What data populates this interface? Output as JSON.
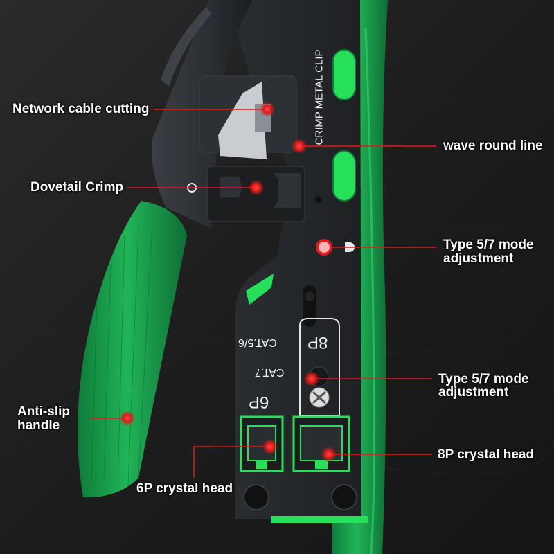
{
  "tool": {
    "vertical_label": "CRIMP METAL CLIP",
    "label_8p": "8P",
    "label_cat56": "CAT.5/6",
    "label_cat7": "CAT.7",
    "label_6p": "6P"
  },
  "callouts": {
    "cutting": "Network cable cutting",
    "wave": "wave round line",
    "dovetail": "Dovetail Crimp",
    "type57_top_line1": "Type 5/7 mode",
    "type57_top_line2": "adjustment",
    "type57_mid_line1": "Type 5/7 mode",
    "type57_mid_line2": "adjustment",
    "antislip_line1": "Anti-slip",
    "antislip_line2": "handle",
    "crystal8p": "8P crystal head",
    "crystal6p": "6P crystal head"
  },
  "colors": {
    "background": "#1c1c1c",
    "handle_green": "#1faa4f",
    "bright_green": "#27e05a",
    "tool_body": "#222426",
    "marker_red": "#e11a1a"
  }
}
